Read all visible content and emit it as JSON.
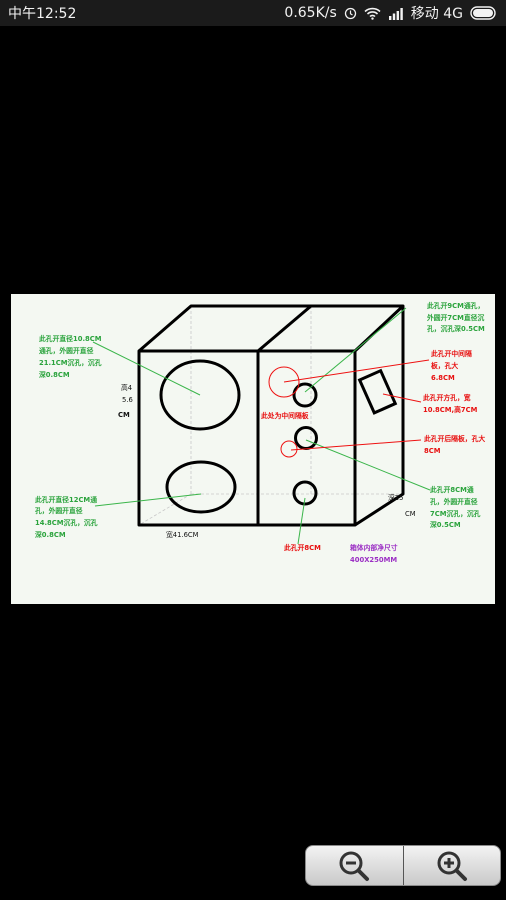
{
  "status_bar": {
    "time": "中午12:52",
    "speed": "0.65K/s",
    "carrier": "移动 4G"
  },
  "diagram": {
    "labels": {
      "left_top": [
        "此孔开直径10.8CM",
        "通孔，外圆开直径",
        "21.1CM沉孔，沉孔",
        "深0.8CM"
      ],
      "left_bottom": [
        "此孔开直径12CM通",
        "孔，外圆开直径",
        "14.8CM沉孔，沉孔",
        "深0.8CM"
      ],
      "height": [
        "高4",
        "5.6",
        "CM"
      ],
      "width": "宽41.6CM",
      "depth": [
        "深25",
        "CM"
      ],
      "partition_note": "此处为中间隔板",
      "right_top": [
        "此孔开9CM通孔，",
        "外圆开7CM直径沉",
        "孔，沉孔深0.5CM"
      ],
      "right_partition": [
        "此孔开中间隔",
        "板，孔大",
        "6.8CM"
      ],
      "right_square": [
        "此孔开方孔，宽",
        "10.8CM,高7CM"
      ],
      "right_middle": [
        "此孔开后隔板，孔大",
        "8CM"
      ],
      "right_bottom": [
        "此孔开8CM通",
        "孔，外圆开直径",
        "7CM沉孔，沉孔",
        "深0.5CM"
      ],
      "bottom_hole": "此孔开8CM",
      "inner_size": [
        "箱体内部净尺寸",
        "400X250MM"
      ]
    }
  }
}
